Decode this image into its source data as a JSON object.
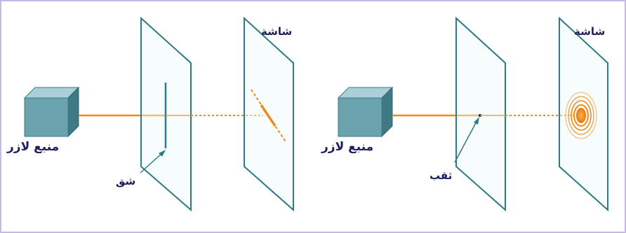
{
  "colors": {
    "frame_border": "#c6b9e6",
    "screen_edge": "#2e7a86",
    "screen_fill": "#eef8f8",
    "box_front": "#6aa3ad",
    "box_top": "#a9d0d6",
    "box_side": "#3f7985",
    "beam": "#f28a17",
    "label": "#1c1f5c"
  },
  "left_setup": {
    "source_label": "منبع لازر",
    "slit_label": "شق",
    "screen_label": "شاشة"
  },
  "right_setup": {
    "source_label": "منبع لازر",
    "hole_label": "ثقب",
    "screen_label": "شاشة"
  }
}
